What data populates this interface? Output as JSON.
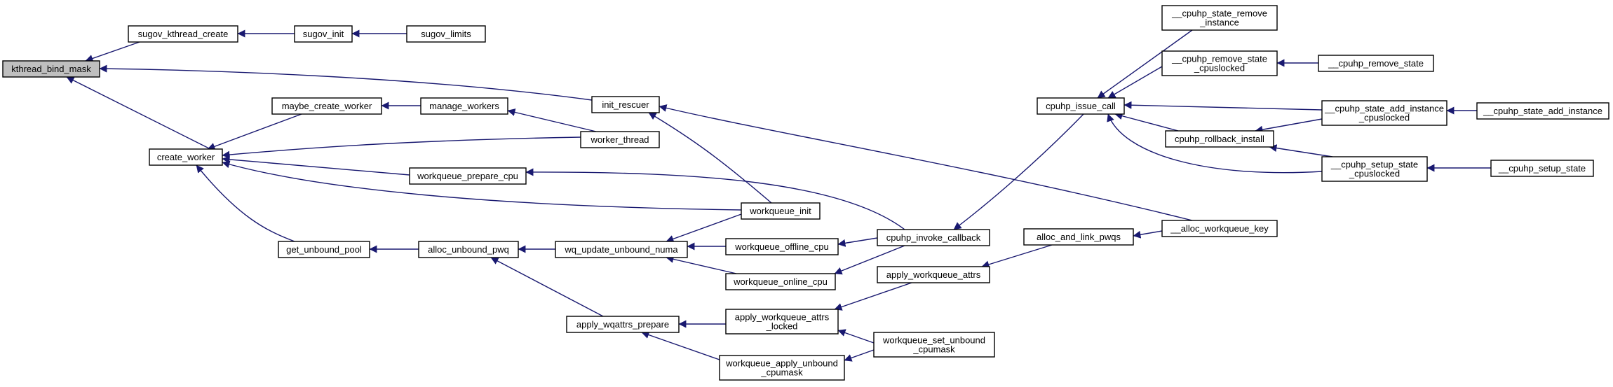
{
  "graph": {
    "nodes": [
      {
        "id": "kthread_bind_mask",
        "lines": [
          "kthread_bind_mask"
        ],
        "highlight": true
      },
      {
        "id": "sugov_kthread_create",
        "lines": [
          "sugov_kthread_create"
        ]
      },
      {
        "id": "sugov_init",
        "lines": [
          "sugov_init"
        ]
      },
      {
        "id": "sugov_limits",
        "lines": [
          "sugov_limits"
        ]
      },
      {
        "id": "create_worker",
        "lines": [
          "create_worker"
        ]
      },
      {
        "id": "init_rescuer",
        "lines": [
          "init_rescuer"
        ]
      },
      {
        "id": "maybe_create_worker",
        "lines": [
          "maybe_create_worker"
        ]
      },
      {
        "id": "manage_workers",
        "lines": [
          "manage_workers"
        ]
      },
      {
        "id": "worker_thread",
        "lines": [
          "worker_thread"
        ]
      },
      {
        "id": "workqueue_prepare_cpu",
        "lines": [
          "workqueue_prepare_cpu"
        ]
      },
      {
        "id": "workqueue_init",
        "lines": [
          "workqueue_init"
        ]
      },
      {
        "id": "get_unbound_pool",
        "lines": [
          "get_unbound_pool"
        ]
      },
      {
        "id": "alloc_unbound_pwq",
        "lines": [
          "alloc_unbound_pwq"
        ]
      },
      {
        "id": "wq_update_unbound_numa",
        "lines": [
          "wq_update_unbound_numa"
        ]
      },
      {
        "id": "workqueue_offline_cpu",
        "lines": [
          "workqueue_offline_cpu"
        ]
      },
      {
        "id": "workqueue_online_cpu",
        "lines": [
          "workqueue_online_cpu"
        ]
      },
      {
        "id": "cpuhp_invoke_callback",
        "lines": [
          "cpuhp_invoke_callback"
        ]
      },
      {
        "id": "apply_wqattrs_prepare",
        "lines": [
          "apply_wqattrs_prepare"
        ]
      },
      {
        "id": "apply_workqueue_attrs_locked",
        "lines": [
          "apply_workqueue_attrs",
          "_locked"
        ]
      },
      {
        "id": "workqueue_apply_unbound_cpumask",
        "lines": [
          "workqueue_apply_unbound",
          "_cpumask"
        ]
      },
      {
        "id": "apply_workqueue_attrs",
        "lines": [
          "apply_workqueue_attrs"
        ]
      },
      {
        "id": "workqueue_set_unbound_cpumask",
        "lines": [
          "workqueue_set_unbound",
          "_cpumask"
        ]
      },
      {
        "id": "alloc_and_link_pwqs",
        "lines": [
          "alloc_and_link_pwqs"
        ]
      },
      {
        "id": "alloc_workqueue_key",
        "lines": [
          "__alloc_workqueue_key"
        ]
      },
      {
        "id": "cpuhp_issue_call",
        "lines": [
          "cpuhp_issue_call"
        ]
      },
      {
        "id": "cpuhp_state_remove_instance",
        "lines": [
          "__cpuhp_state_remove",
          "_instance"
        ]
      },
      {
        "id": "cpuhp_remove_state_cpuslocked",
        "lines": [
          "__cpuhp_remove_state",
          "_cpuslocked"
        ]
      },
      {
        "id": "cpuhp_remove_state",
        "lines": [
          "__cpuhp_remove_state"
        ]
      },
      {
        "id": "cpuhp_rollback_install",
        "lines": [
          "cpuhp_rollback_install"
        ]
      },
      {
        "id": "cpuhp_state_add_instance_cpuslocked",
        "lines": [
          "__cpuhp_state_add_instance",
          "_cpuslocked"
        ]
      },
      {
        "id": "cpuhp_state_add_instance",
        "lines": [
          "__cpuhp_state_add_instance"
        ]
      },
      {
        "id": "cpuhp_setup_state_cpuslocked",
        "lines": [
          "__cpuhp_setup_state",
          "_cpuslocked"
        ]
      },
      {
        "id": "cpuhp_setup_state",
        "lines": [
          "__cpuhp_setup_state"
        ]
      }
    ],
    "edges": [
      {
        "from": "sugov_kthread_create",
        "to": "kthread_bind_mask"
      },
      {
        "from": "sugov_init",
        "to": "sugov_kthread_create"
      },
      {
        "from": "sugov_limits",
        "to": "sugov_init"
      },
      {
        "from": "init_rescuer",
        "to": "kthread_bind_mask"
      },
      {
        "from": "create_worker",
        "to": "kthread_bind_mask"
      },
      {
        "from": "maybe_create_worker",
        "to": "create_worker"
      },
      {
        "from": "manage_workers",
        "to": "maybe_create_worker"
      },
      {
        "from": "worker_thread",
        "to": "manage_workers"
      },
      {
        "from": "worker_thread",
        "to": "create_worker"
      },
      {
        "from": "workqueue_prepare_cpu",
        "to": "create_worker"
      },
      {
        "from": "workqueue_init",
        "to": "create_worker"
      },
      {
        "from": "workqueue_init",
        "to": "init_rescuer"
      },
      {
        "from": "alloc_workqueue_key",
        "to": "init_rescuer"
      },
      {
        "from": "get_unbound_pool",
        "to": "create_worker"
      },
      {
        "from": "alloc_unbound_pwq",
        "to": "get_unbound_pool"
      },
      {
        "from": "wq_update_unbound_numa",
        "to": "alloc_unbound_pwq"
      },
      {
        "from": "workqueue_init",
        "to": "wq_update_unbound_numa"
      },
      {
        "from": "workqueue_offline_cpu",
        "to": "wq_update_unbound_numa"
      },
      {
        "from": "workqueue_online_cpu",
        "to": "wq_update_unbound_numa"
      },
      {
        "from": "cpuhp_invoke_callback",
        "to": "workqueue_prepare_cpu"
      },
      {
        "from": "cpuhp_invoke_callback",
        "to": "workqueue_offline_cpu"
      },
      {
        "from": "cpuhp_invoke_callback",
        "to": "workqueue_online_cpu"
      },
      {
        "from": "apply_wqattrs_prepare",
        "to": "alloc_unbound_pwq"
      },
      {
        "from": "apply_workqueue_attrs_locked",
        "to": "apply_wqattrs_prepare"
      },
      {
        "from": "workqueue_apply_unbound_cpumask",
        "to": "apply_wqattrs_prepare"
      },
      {
        "from": "apply_workqueue_attrs",
        "to": "apply_workqueue_attrs_locked"
      },
      {
        "from": "workqueue_set_unbound_cpumask",
        "to": "apply_workqueue_attrs_locked"
      },
      {
        "from": "workqueue_set_unbound_cpumask",
        "to": "workqueue_apply_unbound_cpumask"
      },
      {
        "from": "alloc_and_link_pwqs",
        "to": "apply_workqueue_attrs"
      },
      {
        "from": "alloc_workqueue_key",
        "to": "alloc_and_link_pwqs"
      },
      {
        "from": "cpuhp_issue_call",
        "to": "cpuhp_invoke_callback"
      },
      {
        "from": "cpuhp_state_remove_instance",
        "to": "cpuhp_issue_call"
      },
      {
        "from": "cpuhp_remove_state_cpuslocked",
        "to": "cpuhp_issue_call"
      },
      {
        "from": "cpuhp_remove_state",
        "to": "cpuhp_remove_state_cpuslocked"
      },
      {
        "from": "cpuhp_rollback_install",
        "to": "cpuhp_issue_call"
      },
      {
        "from": "cpuhp_state_add_instance_cpuslocked",
        "to": "cpuhp_issue_call"
      },
      {
        "from": "cpuhp_state_add_instance_cpuslocked",
        "to": "cpuhp_rollback_install"
      },
      {
        "from": "cpuhp_state_add_instance",
        "to": "cpuhp_state_add_instance_cpuslocked"
      },
      {
        "from": "cpuhp_setup_state_cpuslocked",
        "to": "cpuhp_issue_call"
      },
      {
        "from": "cpuhp_setup_state_cpuslocked",
        "to": "cpuhp_rollback_install"
      },
      {
        "from": "cpuhp_setup_state",
        "to": "cpuhp_setup_state_cpuslocked"
      }
    ],
    "colors": {
      "edge": "#191970",
      "node_border": "#000000",
      "node_fill": "#ffffff",
      "highlight_fill": "#bfbfbf",
      "text": "#000000"
    }
  }
}
